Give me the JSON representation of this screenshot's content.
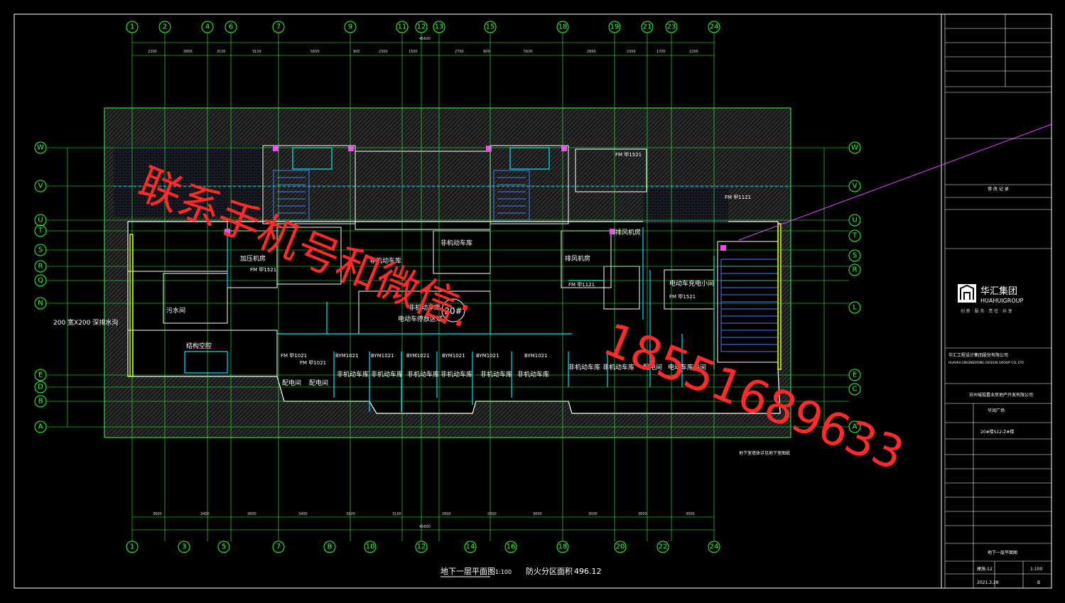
{
  "grid_top": [
    "1",
    "2",
    "4",
    "6",
    "7",
    "9",
    "11",
    "12",
    "13",
    "15",
    "18",
    "19",
    "21",
    "23",
    "24"
  ],
  "grid_bottom": [
    "1",
    "3",
    "5",
    "7",
    "B",
    "10",
    "12",
    "14",
    "16",
    "18",
    "20",
    "22",
    "24"
  ],
  "grid_left": [
    "W",
    "V",
    "U",
    "T",
    "S",
    "R",
    "Q",
    "N",
    "E",
    "D",
    "B",
    "A"
  ],
  "grid_right": [
    "W",
    "V",
    "U",
    "T",
    "S",
    "R",
    "L",
    "E",
    "C",
    "A"
  ],
  "dims_top": [
    "2200",
    "3800",
    "3100",
    "3100",
    "5600",
    "900",
    "2300",
    "1500",
    "2700",
    "900",
    "5600",
    "2800",
    "2300",
    "1700",
    "2200"
  ],
  "dims_top_total": "45600",
  "dims_bottom": [
    "3600",
    "3400",
    "3600",
    "3400",
    "3100",
    "3100",
    "2800",
    "2800",
    "3600",
    "3000",
    "3600",
    "3000"
  ],
  "dims_bottom_total": "45600",
  "rooms": [
    {
      "id": "fan1",
      "text": "排风机房"
    },
    {
      "id": "fan2",
      "text": "排风机房"
    },
    {
      "id": "pump",
      "text": "加压机房"
    },
    {
      "id": "sewage",
      "text": "污水间"
    },
    {
      "id": "bikes1",
      "text": "非机动车库"
    },
    {
      "id": "bikes2",
      "text": "非机动车库"
    },
    {
      "id": "bikes_center",
      "text": "非机动车库"
    },
    {
      "id": "ebike_zone",
      "text": "电动车停放区域"
    },
    {
      "id": "ebike_charge",
      "text": "电动车充电小间"
    },
    {
      "id": "elec1",
      "text": "配电间"
    },
    {
      "id": "elec2",
      "text": "配电间"
    },
    {
      "id": "struct",
      "text": "结构空腔"
    },
    {
      "id": "store1",
      "text": "非机动车库"
    },
    {
      "id": "store2",
      "text": "非机动车库"
    },
    {
      "id": "store3",
      "text": "非机动车库"
    },
    {
      "id": "store4",
      "text": "非机动车库"
    },
    {
      "id": "store5",
      "text": "非机动车库"
    },
    {
      "id": "store6",
      "text": "非机动车库"
    },
    {
      "id": "store7",
      "text": "非机动车库"
    },
    {
      "id": "store8",
      "text": "非机动车库"
    },
    {
      "id": "sep",
      "text": "配电间"
    },
    {
      "id": "ebike_room",
      "text": "电动车库中间"
    }
  ],
  "doors": [
    "FM 甲1521",
    "FM 甲1521",
    "FM 甲1021",
    "FM 甲1021",
    "FM 甲1121",
    "BYM1021",
    "BYM1021",
    "BYM1021",
    "BYM1021",
    "BYM1021",
    "BYM1021",
    "FM 甲1121",
    "FM 甲1521"
  ],
  "building_badge": "20#",
  "left_note": "200 宽X200 深排水沟",
  "bottom_note": "地下室墙体详见地下室图纸",
  "footer": {
    "title": "地下一层平面图",
    "scale": "1:100",
    "area_label": "防火分区面积",
    "area_value": "496.12"
  },
  "title_block": {
    "logo_cn": "华汇集团",
    "logo_en": "HUAHUIGROUP",
    "slogan": "创 新 · 服 务 · 责 任 · 共 享",
    "company_cn": "华汇工程设计集团股份有限公司",
    "company_en": "HUAHUI ENGINEERING DESIGN GROUP CO.,LTD",
    "client": "苏州城投置业房地产开发有限公司",
    "project": "华润广场",
    "subproject": "20#楼S12-Z#楼",
    "drawing_name": "地下一层平面图",
    "drawing_no": "建施-12",
    "scale": "1:100",
    "date": "2021.3.28",
    "version": "B",
    "revision_header": "修 改 记 录"
  },
  "watermark": {
    "line1": "联系手机号和微信:",
    "line2": "18551689633"
  },
  "colors": {
    "grid": "#33ff33",
    "wall": "#ffffff",
    "hatch": "#3a3a3a",
    "door": "#00e5ff",
    "stair": "#3f7fff",
    "watermark": "#ff2a2a",
    "magenta": "#e040ff"
  }
}
